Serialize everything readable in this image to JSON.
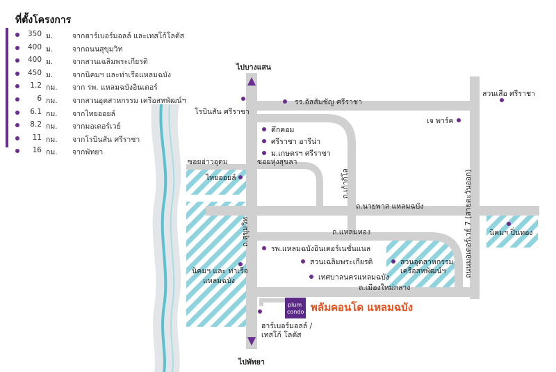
{
  "legend": {
    "title": "ที่ตั้งโครงการ",
    "rows": [
      {
        "distance": "350",
        "unit": "ม.",
        "destination": "จากฮาร์เบอร์มอลล์ และเทสโก้โลตัส"
      },
      {
        "distance": "400",
        "unit": "ม.",
        "destination": "จากถนนสุขุมวิท"
      },
      {
        "distance": "400",
        "unit": "ม.",
        "destination": "จากสวนเฉลิมพระเกียรติ"
      },
      {
        "distance": "450",
        "unit": "ม.",
        "destination": "จากนิคมฯ และท่าเรือแหลมฉบัง"
      },
      {
        "distance": "1.2",
        "unit": "กม.",
        "destination": "จาก รพ. แหลมฉบังอินเตอร์"
      },
      {
        "distance": "6",
        "unit": "กม.",
        "destination": "จากสวนอุตสาหกรรม เครือสหพัฒน์ฯ"
      },
      {
        "distance": "6.1",
        "unit": "กม.",
        "destination": "จากไทยออยล์"
      },
      {
        "distance": "8.2",
        "unit": "กม.",
        "destination": "จากมอเตอร์เวย์"
      },
      {
        "distance": "11",
        "unit": "กม.",
        "destination": "จากโรบินสัน ศรีราชา"
      },
      {
        "distance": "16",
        "unit": "กม.",
        "destination": "จากพัทยา"
      }
    ]
  },
  "map": {
    "direction_north": "ไปบางแสน",
    "direction_south": "ไปพัทยา",
    "roads": {
      "sukhumvit": "ถ.สุขุมวิท",
      "soi_ao_udom": "ซอยอ่าวอุดม",
      "soi_hung_sukla": "ซอยหุ่งสุขลา",
      "tao_kilo": "ถ.เก้ากิโล",
      "nai_phat": "ถ.นายพาส แหลมฉบัง",
      "laem_thong": "ถ.แหลมทอง",
      "mueang_mai_klang": "ถ.เมืองใหม่กลาง",
      "motorway": "ถนนมอเตอร์เวย์ 7 (สายตะวันออก)"
    },
    "places": {
      "assumption": "รร.อัสสัมชัญ ศรีราชา",
      "robinson": "โรบินสัน ศรีราชา",
      "suan_suea": "สวนเสือ ศรีราชา",
      "j_park": "เจ พาร์ค",
      "tukcom": "ตึกคอม",
      "sriracha_arena": "ศรีราชา อารีน่า",
      "kasetsart": "ม.เกษตรฯ ศรีราชา",
      "thai_oil": "ไทยออยล์",
      "nikhom_pinthong": "นิคมฯ ปิ่นทอง",
      "hospital": "รพ.แหลมฉบังอินเตอร์เนชั่นแนล",
      "chaloem_park": "สวนเฉลิมพระเกียรติ",
      "municipality": "เทศบาลนครแหลมฉบัง",
      "saha_park_1": "สวนอุตสาหกรรม",
      "saha_park_2": "เครือสหพัฒน์ฯ",
      "port_1": "นิคมฯ และ ท่าเรือ",
      "port_2": "แหลมฉบัง",
      "harbor_1": "ฮาร์เบอร์มอลล์ /",
      "harbor_2": "เทสโก้ โลตัส"
    },
    "project": {
      "title": "พลัมคอนโด แหลมฉบัง",
      "logo_top": "plum",
      "logo_bottom": "condo"
    }
  },
  "colors": {
    "accent": "#6b2c8f",
    "road": "#d0d0d0",
    "project_label": "#e8501e",
    "zone": "#8fd3df",
    "sea": "#5bc0cf"
  }
}
